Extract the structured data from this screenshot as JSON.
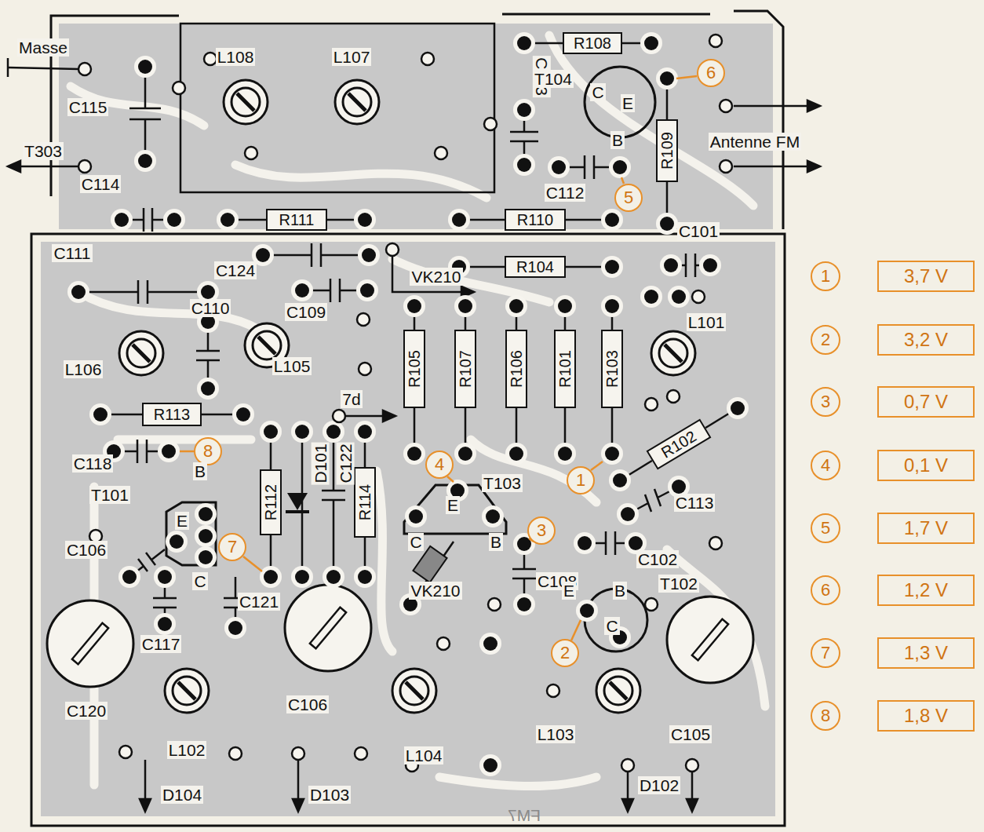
{
  "diagram": {
    "nodes": [
      {
        "text": [
          "R108"
        ]
      },
      {
        "text": [
          "6"
        ]
      },
      {
        "text": [
          "R109"
        ]
      },
      {
        "text": [
          "5"
        ]
      },
      {
        "text": [
          "R111"
        ]
      },
      {
        "text": [
          "R110"
        ]
      },
      {
        "text": [
          "R104"
        ]
      },
      {
        "text": [
          "R105"
        ]
      },
      {
        "text": [
          "R107"
        ]
      },
      {
        "text": [
          "R106"
        ]
      },
      {
        "text": [
          "R101"
        ]
      },
      {
        "text": [
          "R103"
        ]
      },
      {
        "text": [
          "R113"
        ]
      },
      {
        "text": [
          "8"
        ]
      },
      {
        "text": [
          "R102"
        ]
      },
      {
        "text": [
          "4"
        ]
      },
      {
        "text": [
          "1"
        ]
      },
      {
        "text": [
          "R112"
        ]
      },
      {
        "text": [
          "R114"
        ]
      },
      {
        "text": [
          "7"
        ]
      },
      {
        "text": [
          "3"
        ]
      },
      {
        "text": [
          "2"
        ]
      },
      {
        "text": [
          "1"
        ]
      },
      {
        "text": [
          "3,7 V"
        ]
      },
      {
        "text": [
          "2"
        ]
      },
      {
        "text": [
          "3,2 V"
        ]
      },
      {
        "text": [
          "3"
        ]
      },
      {
        "text": [
          "0,7 V"
        ]
      },
      {
        "text": [
          "4"
        ]
      },
      {
        "text": [
          "0,1 V"
        ]
      },
      {
        "text": [
          "5"
        ]
      },
      {
        "text": [
          "1,7 V"
        ]
      },
      {
        "text": [
          "6"
        ]
      },
      {
        "text": [
          "1,2 V"
        ]
      },
      {
        "text": [
          "7"
        ]
      },
      {
        "text": [
          "1,3 V"
        ]
      },
      {
        "text": [
          "8"
        ]
      },
      {
        "text": [
          "1,8 V"
        ]
      }
    ],
    "labels": [
      "Masse",
      "C115",
      "T303",
      "L108",
      "L107",
      "C113",
      "T104",
      "C",
      "E",
      "B",
      "Antenne FM",
      "C112",
      "C114",
      "C101",
      "C111",
      "C124",
      "VK210",
      "C110",
      "C109",
      "L106",
      "L105",
      "L101",
      "7d",
      "D101",
      "C122",
      "C118",
      "B",
      "T101",
      "E",
      "C",
      "C106",
      "C117",
      "C121",
      "T103",
      "E",
      "C",
      "B",
      "C113",
      "C102",
      "C108",
      "T102",
      "E",
      "B",
      "C",
      "VK210",
      "C120",
      "C106",
      "L102",
      "L104",
      "L103",
      "C105",
      "D104",
      "D103",
      "D102",
      "FM7"
    ]
  }
}
